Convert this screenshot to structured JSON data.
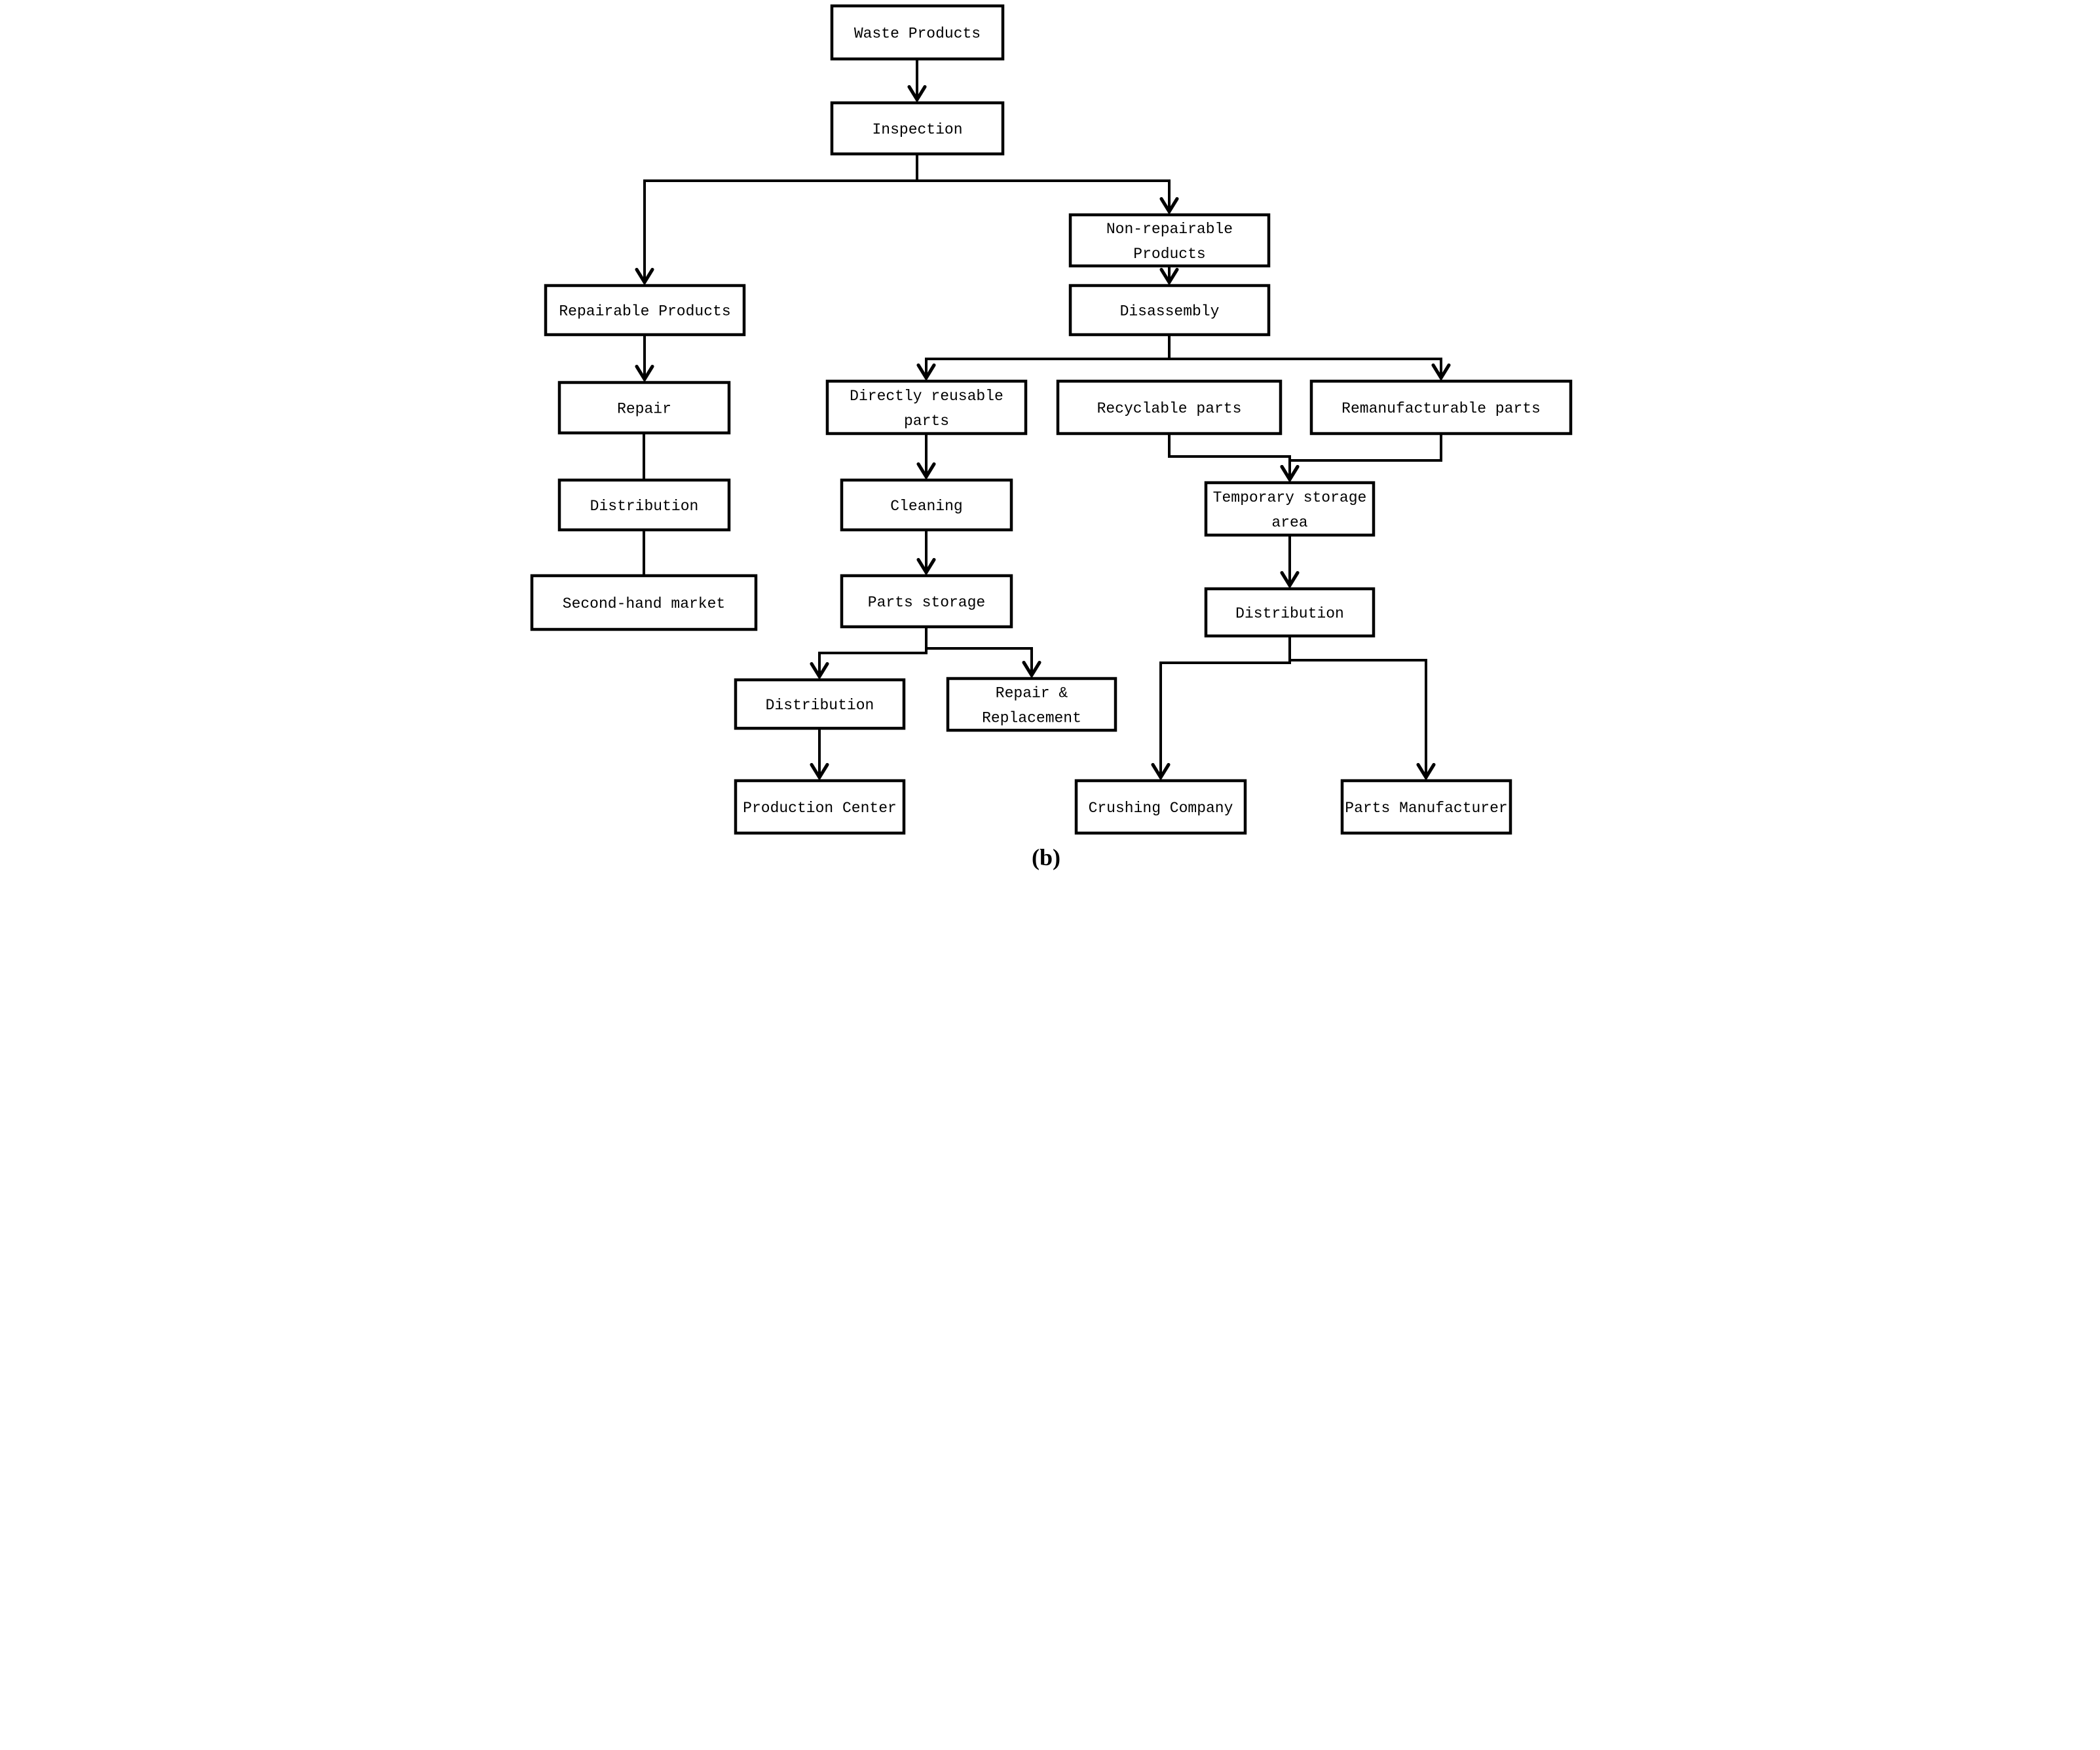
{
  "figure": {
    "caption": "(b)",
    "background_color": "#ffffff",
    "line_color": "#000000",
    "text_color": "#000000"
  },
  "diagram": {
    "type": "flowchart",
    "nodes": [
      {
        "id": "waste",
        "label": "Waste Products"
      },
      {
        "id": "inspection",
        "label": "Inspection"
      },
      {
        "id": "repairable",
        "label": "Repairable Products"
      },
      {
        "id": "repair",
        "label": "Repair"
      },
      {
        "id": "distribution-left",
        "label": "Distribution"
      },
      {
        "id": "secondhand",
        "label": "Second-hand market"
      },
      {
        "id": "nonrepairable",
        "label": "Non-repairable Products",
        "lines": [
          "Non-repairable",
          "Products"
        ]
      },
      {
        "id": "disassembly",
        "label": "Disassembly"
      },
      {
        "id": "directly-reusable",
        "label": "Directly reusable parts",
        "lines": [
          "Directly reusable",
          "parts"
        ]
      },
      {
        "id": "recyclable",
        "label": "Recyclable parts"
      },
      {
        "id": "remanufacturable",
        "label": "Remanufacturable parts"
      },
      {
        "id": "cleaning",
        "label": "Cleaning"
      },
      {
        "id": "parts-storage",
        "label": "Parts storage"
      },
      {
        "id": "temp-storage",
        "label": "Temporary storage area",
        "lines": [
          "Temporary storage",
          "area"
        ]
      },
      {
        "id": "distribution-right",
        "label": "Distribution"
      },
      {
        "id": "distribution-mid",
        "label": "Distribution"
      },
      {
        "id": "repair-replacement",
        "label": "Repair & Replacement",
        "lines": [
          "Repair &",
          "Replacement"
        ]
      },
      {
        "id": "production-center",
        "label": "Production Center"
      },
      {
        "id": "crushing",
        "label": "Crushing Company"
      },
      {
        "id": "parts-manufacturer",
        "label": "Parts Manufacturer"
      }
    ],
    "edges": [
      {
        "from": "waste",
        "to": "inspection",
        "arrow": true
      },
      {
        "from": "inspection",
        "to": "repairable",
        "arrow": true
      },
      {
        "from": "inspection",
        "to": "nonrepairable",
        "arrow": true
      },
      {
        "from": "repairable",
        "to": "repair",
        "arrow": true
      },
      {
        "from": "repair",
        "to": "distribution-left",
        "arrow": false
      },
      {
        "from": "distribution-left",
        "to": "secondhand",
        "arrow": false
      },
      {
        "from": "nonrepairable",
        "to": "disassembly",
        "arrow": true
      },
      {
        "from": "disassembly",
        "to": "directly-reusable",
        "arrow": true
      },
      {
        "from": "disassembly",
        "to": "recyclable",
        "arrow": false
      },
      {
        "from": "disassembly",
        "to": "remanufacturable",
        "arrow": true
      },
      {
        "from": "directly-reusable",
        "to": "cleaning",
        "arrow": true
      },
      {
        "from": "cleaning",
        "to": "parts-storage",
        "arrow": true
      },
      {
        "from": "parts-storage",
        "to": "distribution-mid",
        "arrow": true
      },
      {
        "from": "parts-storage",
        "to": "repair-replacement",
        "arrow": true
      },
      {
        "from": "recyclable",
        "to": "temp-storage",
        "arrow": true
      },
      {
        "from": "remanufacturable",
        "to": "temp-storage",
        "arrow": true
      },
      {
        "from": "temp-storage",
        "to": "distribution-right",
        "arrow": true
      },
      {
        "from": "distribution-mid",
        "to": "production-center",
        "arrow": true
      },
      {
        "from": "distribution-right",
        "to": "crushing",
        "arrow": true
      },
      {
        "from": "distribution-right",
        "to": "parts-manufacturer",
        "arrow": true
      }
    ]
  }
}
